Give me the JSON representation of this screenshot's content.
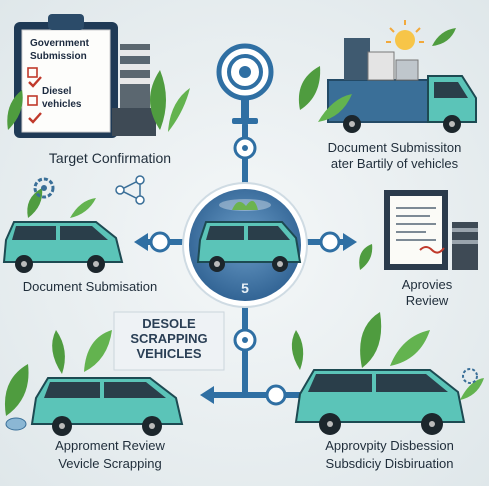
{
  "steps": {
    "top_left": {
      "title": "Target Confirmation"
    },
    "top_right": {
      "title_line1": "Document Submissiton",
      "title_line2": "ater Bartily of vehicles"
    },
    "mid_left": {
      "title": "Document Submisation"
    },
    "mid_right": {
      "title_line1": "Aprovies",
      "title_line2": "Review"
    },
    "bottom_left": {
      "title_line1": "Approment Review",
      "title_line2": "Vevicle Scrapping"
    },
    "bottom_right": {
      "title_line1": "Approvpity Disbession",
      "title_line2": "Subsdiciy Disbiruation"
    }
  },
  "clipboard": {
    "line1": "Government",
    "line2": "Submission",
    "line3": "Diesel",
    "line4": "vehicles"
  },
  "sign": {
    "line1": "DESOLE",
    "line2": "SCRAPPING",
    "line3": "VEHICLES"
  },
  "center": {
    "badge": "5"
  },
  "colors": {
    "van": "#5bc4b8",
    "truck": "#3a6f98",
    "accent": "#2f6fa3",
    "leaf": "#4f9c3f"
  }
}
